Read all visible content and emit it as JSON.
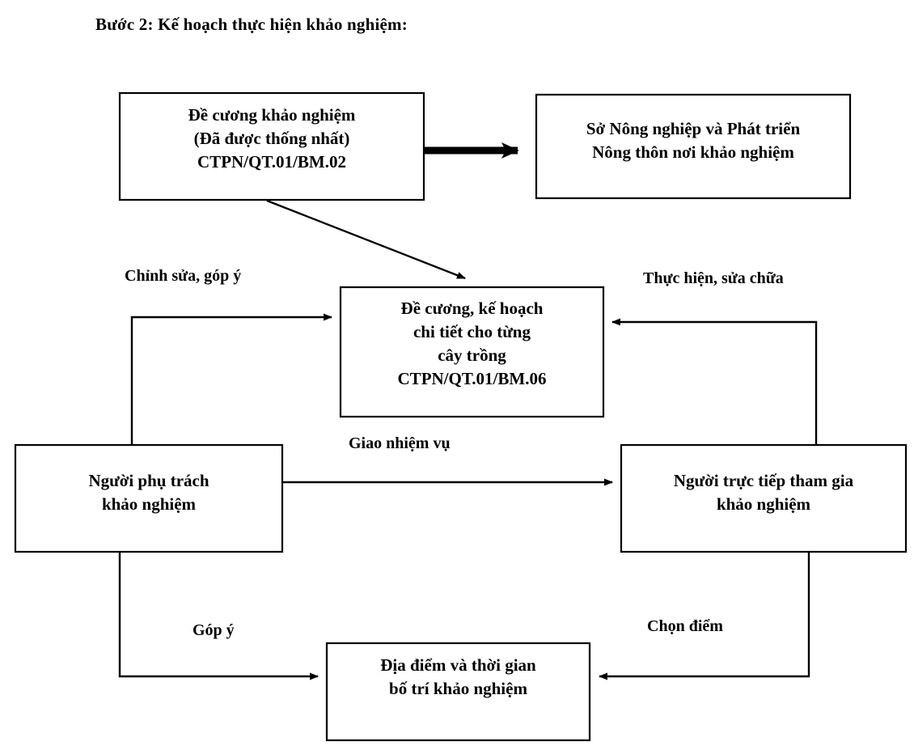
{
  "heading": "Bước 2: Kế hoạch thực hiện khảo nghiệm:",
  "diagram": {
    "type": "flowchart",
    "nodes": [
      {
        "id": "de-cuong-khao-nghiem",
        "lines": [
          "Đề cương khảo nghiệm",
          "(Đã được thống nhất)",
          "CTPN/QT.01/BM.02"
        ],
        "line1": "Đề cương khảo nghiệm",
        "line2": "(Đã được thống nhất)",
        "line3": "CTPN/QT.01/BM.02"
      },
      {
        "id": "so-nong-nghiep",
        "lines": [
          "Sở Nông nghiệp và Phát triển",
          "Nông thôn nơi khảo nghiệm"
        ],
        "line1": "Sở Nông nghiệp và Phát triển",
        "line2": "Nông thôn nơi khảo nghiệm"
      },
      {
        "id": "de-cuong-ke-hoach-chi-tiet",
        "lines": [
          "Đề cương, kế hoạch",
          "chi tiết cho từng",
          "cây trồng",
          "CTPN/QT.01/BM.06"
        ],
        "line1": "Đề cương, kế hoạch",
        "line2": "chi tiết cho từng",
        "line3": "cây trồng",
        "line4": "CTPN/QT.01/BM.06"
      },
      {
        "id": "nguoi-phu-trach",
        "lines": [
          "Người phụ trách",
          "khảo nghiệm"
        ],
        "line1": "Người phụ trách",
        "line2": "khảo nghiệm"
      },
      {
        "id": "nguoi-truc-tiep",
        "lines": [
          "Người trực tiếp tham gia",
          "khảo nghiệm"
        ],
        "line1": "Người trực tiếp tham gia",
        "line2": "khảo nghiệm"
      },
      {
        "id": "dia-diem-thoi-gian",
        "lines": [
          "Địa điểm và thời gian",
          "bố trí khảo nghiệm"
        ],
        "line1": "Địa điểm và thời gian",
        "line2": "bố trí khảo nghiệm"
      }
    ],
    "edges": [
      {
        "id": "edge-chinh-sua-gop-y",
        "label": "Chỉnh sửa, góp ý",
        "from": "nguoi-phu-trach",
        "to": "de-cuong-ke-hoach-chi-tiet"
      },
      {
        "id": "edge-thuc-hien-sua-chua",
        "label": "Thực hiện, sửa chữa",
        "from": "nguoi-truc-tiep",
        "to": "de-cuong-ke-hoach-chi-tiet"
      },
      {
        "id": "edge-giao-nhiem-vu",
        "label": "Giao nhiệm vụ",
        "from": "nguoi-phu-trach",
        "to": "nguoi-truc-tiep"
      },
      {
        "id": "edge-gop-y",
        "label": "Góp ý",
        "from": "nguoi-phu-trach",
        "to": "dia-diem-thoi-gian"
      },
      {
        "id": "edge-chon-diem",
        "label": "Chọn điểm",
        "from": "nguoi-truc-tiep",
        "to": "dia-diem-thoi-gian"
      },
      {
        "id": "edge-gui-so",
        "label": "",
        "from": "de-cuong-khao-nghiem",
        "to": "so-nong-nghiep"
      },
      {
        "id": "edge-trien-khai",
        "label": "",
        "from": "de-cuong-khao-nghiem",
        "to": "de-cuong-ke-hoach-chi-tiet"
      }
    ]
  },
  "colors": {
    "stroke": "#000000",
    "background": "#ffffff",
    "text": "#000000"
  }
}
